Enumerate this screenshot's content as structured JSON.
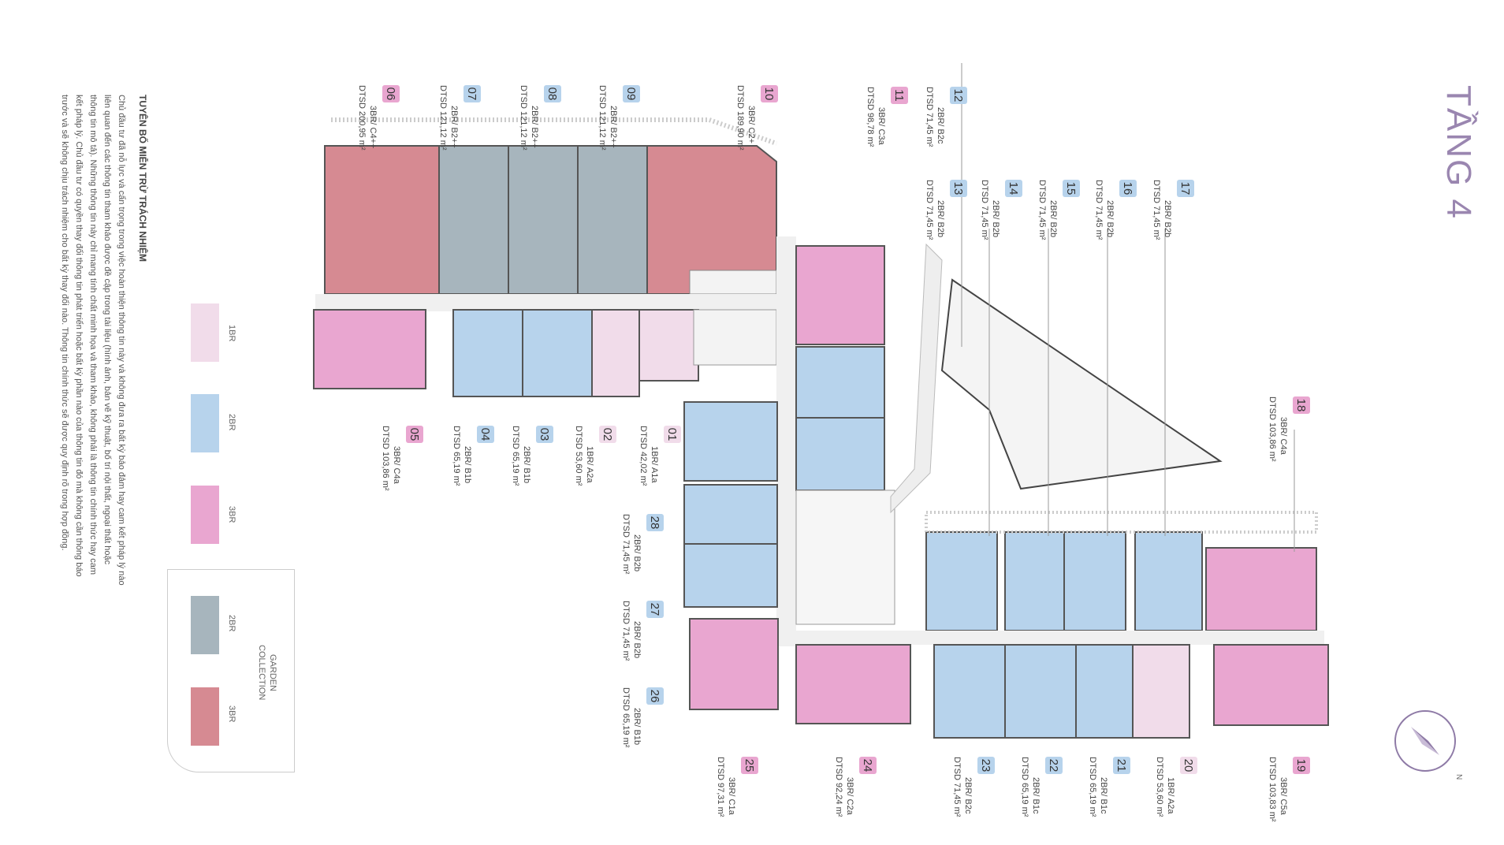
{
  "floor": {
    "title": "TẦNG 4"
  },
  "disclaimer": {
    "heading": "TUYÊN BỐ MIỄN TRỪ TRÁCH NHIỆM",
    "lines": [
      "Chủ đầu tư đã nỗ lực và cẩn trọng trong việc hoàn thiện thông tin này và không đưa ra bất kỳ bảo đảm hay cam kết pháp lý nào",
      "liên quan đến các thông tin tham khảo được đề cập trong tài liệu (hình ảnh, bản vẽ kỹ thuật, bố trí nội thất, ngoại thất hoặc",
      "thông tin mô tả). Những thông tin này chỉ mang tính chất minh họa và tham khảo, không phải là thông tin chính thức hay cam",
      "kết pháp lý. Chủ đầu tư có quyền thay đổi thông tin phát triển hoặc bất kỳ phần nào của thông tin đó mà không cần thông báo",
      "trước và sẽ không chịu trách nhiệm cho bất kỳ thay đổi nào. Thông tin chính thức sẽ được quy định rõ trong hợp đồng."
    ]
  },
  "legend": {
    "items": [
      {
        "label": "1BR",
        "color": "#f1dcea"
      },
      {
        "label": "2BR",
        "color": "#b7d3ec"
      },
      {
        "label": "3BR",
        "color": "#e9a6d0"
      }
    ],
    "garden": {
      "title_1": "GARDEN",
      "title_2": "COLLECTION",
      "items": [
        {
          "label": "2BR",
          "color": "#a7b5bd"
        },
        {
          "label": "3BR",
          "color": "#d68a92"
        }
      ]
    }
  },
  "units": [
    {
      "no": "01",
      "type": "1BR/ A1a",
      "area": "DTSD 42,02 m²",
      "badge": "#f1dcea"
    },
    {
      "no": "02",
      "type": "1BR/ A2a",
      "area": "DTSD 53,60 m²",
      "badge": "#f1dcea"
    },
    {
      "no": "03",
      "type": "2BR/ B1b",
      "area": "DTSD 65,19 m²",
      "badge": "#b7d3ec"
    },
    {
      "no": "04",
      "type": "2BR/ B1b",
      "area": "DTSD 65,19 m²",
      "badge": "#b7d3ec"
    },
    {
      "no": "05",
      "type": "3BR/ C4a",
      "area": "DTSD 103,86 m²",
      "badge": "#e9a6d0"
    },
    {
      "no": "06",
      "type": "3BR/ C4++",
      "area": "DTSD 200,95 m²",
      "badge": "#e9a6d0"
    },
    {
      "no": "07",
      "type": "2BR/ B2++",
      "area": "DTSD 121,12 m²",
      "badge": "#b7d3ec"
    },
    {
      "no": "08",
      "type": "2BR/ B2++",
      "area": "DTSD 121,12 m²",
      "badge": "#b7d3ec"
    },
    {
      "no": "09",
      "type": "2BR/ B2++",
      "area": "DTSD 121,12 m²",
      "badge": "#b7d3ec"
    },
    {
      "no": "10",
      "type": "3BR/ C2+",
      "area": "DTSD 189,90 m²",
      "badge": "#e9a6d0"
    },
    {
      "no": "11",
      "type": "3BR/ C3a",
      "area": "DTSD 98,78 m²",
      "badge": "#e9a6d0"
    },
    {
      "no": "12",
      "type": "2BR/ B2c",
      "area": "DTSD 71,45 m²",
      "badge": "#b7d3ec"
    },
    {
      "no": "13",
      "type": "2BR/ B2b",
      "area": "DTSD 71,45 m²",
      "badge": "#b7d3ec"
    },
    {
      "no": "14",
      "type": "2BR/ B2b",
      "area": "DTSD 71,45 m²",
      "badge": "#b7d3ec"
    },
    {
      "no": "15",
      "type": "2BR/ B2b",
      "area": "DTSD 71,45 m²",
      "badge": "#b7d3ec"
    },
    {
      "no": "16",
      "type": "2BR/ B2b",
      "area": "DTSD 71,45 m²",
      "badge": "#b7d3ec"
    },
    {
      "no": "17",
      "type": "2BR/ B2b",
      "area": "DTSD 71,45 m²",
      "badge": "#b7d3ec"
    },
    {
      "no": "18",
      "type": "3BR/ C4a",
      "area": "DTSD 103,86 m²",
      "badge": "#e9a6d0"
    },
    {
      "no": "19",
      "type": "3BR/ C5a",
      "area": "DTSD 103,83 m²",
      "badge": "#e9a6d0"
    },
    {
      "no": "20",
      "type": "1BR/ A2a",
      "area": "DTSD 53,60 m²",
      "badge": "#f1dcea"
    },
    {
      "no": "21",
      "type": "2BR/ B1c",
      "area": "DTSD 65,19 m²",
      "badge": "#b7d3ec"
    },
    {
      "no": "22",
      "type": "2BR/ B1c",
      "area": "DTSD 65,19 m²",
      "badge": "#b7d3ec"
    },
    {
      "no": "23",
      "type": "2BR/ B2c",
      "area": "DTSD 71,45 m²",
      "badge": "#b7d3ec"
    },
    {
      "no": "24",
      "type": "3BR/ C2a",
      "area": "DTSD 92,24 m²",
      "badge": "#e9a6d0"
    },
    {
      "no": "25",
      "type": "3BR/ C1a",
      "area": "DTSD 97,31 m²",
      "badge": "#e9a6d0"
    },
    {
      "no": "26",
      "type": "2BR/ B1b",
      "area": "DTSD 65,19 m²",
      "badge": "#b7d3ec"
    },
    {
      "no": "27",
      "type": "2BR/ B2b",
      "area": "DTSD 71,45 m²",
      "badge": "#b7d3ec"
    },
    {
      "no": "28",
      "type": "2BR/ B2b",
      "area": "DTSD 71,45 m²",
      "badge": "#b7d3ec"
    }
  ],
  "compass": {
    "label": "N"
  },
  "colors": {
    "one_br": "#f1dcea",
    "two_br": "#b7d3ec",
    "three_br": "#e9a6d0",
    "garden_two_br": "#a7b5bd",
    "garden_three_br": "#d68a92",
    "title": "#9a86b0"
  }
}
